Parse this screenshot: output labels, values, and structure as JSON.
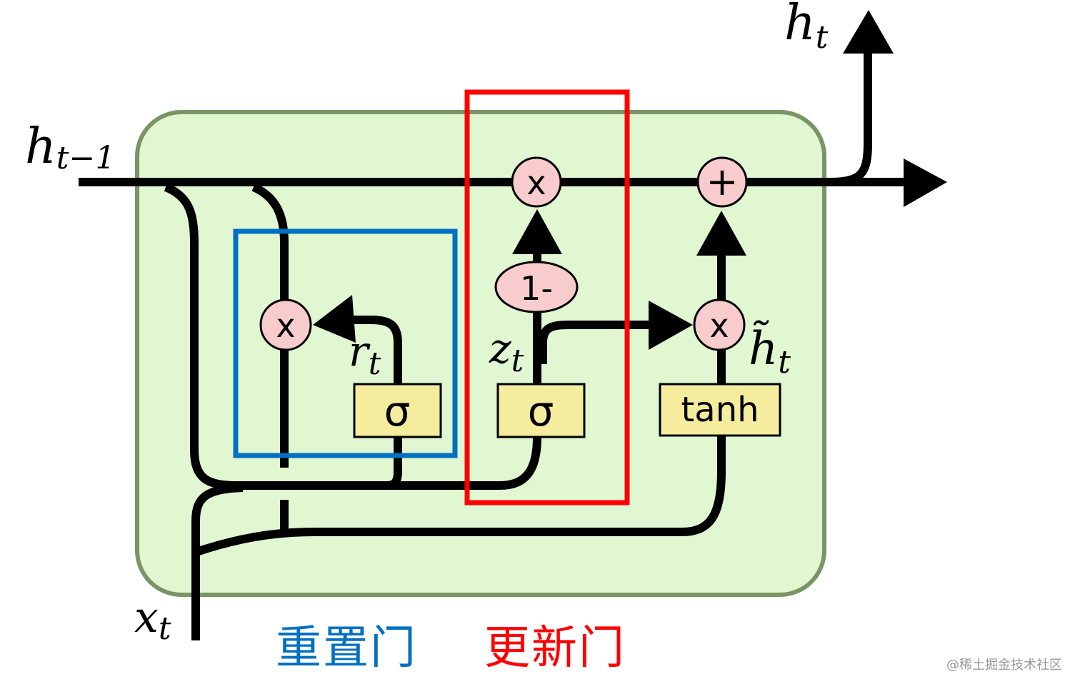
{
  "labels": {
    "h_prev": "h",
    "h_prev_sub": "t−1",
    "h_out": "h",
    "h_out_sub": "t",
    "x_in": "x",
    "x_in_sub": "t",
    "r": "r",
    "r_sub": "t",
    "z": "z",
    "z_sub": "t",
    "h_tilde": "h̃",
    "h_tilde_sub": "t"
  },
  "ops": {
    "mul": "x",
    "add": "+",
    "one_minus": "1-",
    "sigma": "σ",
    "tanh": "tanh"
  },
  "annotations": {
    "reset_gate": "重置门",
    "update_gate": "更新门"
  },
  "watermark": "@稀土掘金技术社区",
  "colors": {
    "cell_fill": "#e0f7d2",
    "cell_border": "#7a9565",
    "reset_box": "#0070c0",
    "update_box": "#ff0000",
    "op_fill": "#f8cccc",
    "layer_fill": "#f5ec9e"
  }
}
